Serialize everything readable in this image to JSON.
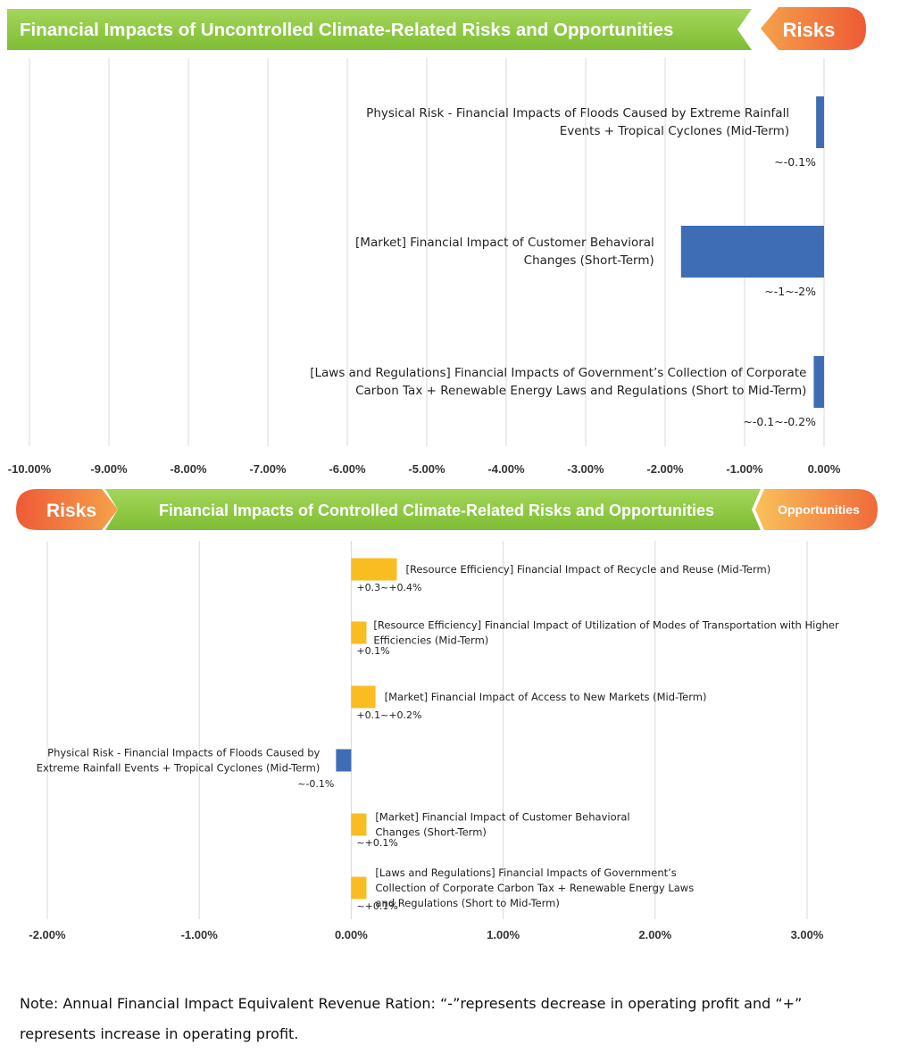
{
  "header_top": {
    "title": "Financial Impacts of Uncontrolled Climate-Related Risks and Opportunities",
    "tag": "Risks"
  },
  "header_bottom": {
    "left_tag": "Risks",
    "title": "Financial Impacts of Controlled Climate-Related Risks and Opportunities",
    "right_tag": "Opportunities"
  },
  "colors": {
    "banner_green": "#8cc63f",
    "banner_orange": "#f26b3a",
    "banner_orange_light": "#f4a24a",
    "risk_bar": "#3f6db5",
    "opportunity_bar": "#f9bd21",
    "grid": "#d9d9d9"
  },
  "chart_data": [
    {
      "type": "bar",
      "orientation": "horizontal",
      "title": "Financial Impacts of Uncontrolled Climate-Related Risks and Opportunities",
      "xlim": [
        -10,
        0
      ],
      "x_ticks": [
        "-10.00%",
        "-9.00%",
        "-8.00%",
        "-7.00%",
        "-6.00%",
        "-5.00%",
        "-4.00%",
        "-3.00%",
        "-2.00%",
        "-1.00%",
        "0.00%"
      ],
      "grid": true,
      "bars": [
        {
          "label_lines": [
            "Physical Risk - Financial Impacts of Floods Caused by Extreme Rainfall",
            "Events + Tropical Cyclones (Mid-Term)"
          ],
          "value": -0.1,
          "value_label": "~-0.1%",
          "category": "risk"
        },
        {
          "label_lines": [
            "[Market] Financial Impact of Customer Behavioral",
            "Changes (Short-Term)"
          ],
          "value": -1.8,
          "value_label": "~-1~-2%",
          "category": "risk"
        },
        {
          "label_lines": [
            "[Laws and Regulations] Financial Impacts of Government’s Collection of Corporate",
            "Carbon Tax + Renewable Energy Laws and Regulations (Short to Mid-Term)"
          ],
          "value": -0.13,
          "value_label": "~-0.1~-0.2%",
          "category": "risk"
        }
      ]
    },
    {
      "type": "bar",
      "orientation": "horizontal",
      "title": "Financial Impacts of Controlled Climate-Related Risks and Opportunities",
      "xlim": [
        -2,
        3
      ],
      "x_ticks": [
        "-2.00%",
        "-1.00%",
        "0.00%",
        "1.00%",
        "2.00%",
        "3.00%"
      ],
      "grid": true,
      "bars": [
        {
          "label_lines": [
            "[Resource Efficiency] Financial Impact of Recycle and Reuse (Mid-Term)"
          ],
          "value": 0.3,
          "value_label": "+0.3~+0.4%",
          "category": "opportunity"
        },
        {
          "label_lines": [
            "[Resource Efficiency] Financial Impact of Utilization of Modes of Transportation with Higher",
            "Efficiencies (Mid-Term)"
          ],
          "value": 0.1,
          "value_label": "+0.1%",
          "category": "opportunity"
        },
        {
          "label_lines": [
            "[Market] Financial Impact of Access to New Markets (Mid-Term)"
          ],
          "value": 0.16,
          "value_label": "+0.1~+0.2%",
          "category": "opportunity"
        },
        {
          "label_lines": [
            "Physical Risk - Financial Impacts of Floods Caused by",
            "Extreme Rainfall Events + Tropical Cyclones (Mid-Term)"
          ],
          "value": -0.1,
          "value_label": "~-0.1%",
          "category": "risk"
        },
        {
          "label_lines": [
            "[Market] Financial Impact of Customer Behavioral",
            "Changes (Short-Term)"
          ],
          "value": 0.1,
          "value_label": "~+0.1%",
          "category": "opportunity"
        },
        {
          "label_lines": [
            "[Laws and Regulations] Financial Impacts of Government’s",
            "Collection of Corporate Carbon Tax + Renewable Energy Laws",
            "and Regulations (Short to Mid-Term)"
          ],
          "value": 0.1,
          "value_label": "~+0.1%",
          "category": "opportunity"
        }
      ]
    }
  ],
  "note": {
    "text": "Note: Annual Financial Impact Equivalent Revenue Ration: “-”represents decrease in operating profit and “+” represents increase in operating profit."
  }
}
